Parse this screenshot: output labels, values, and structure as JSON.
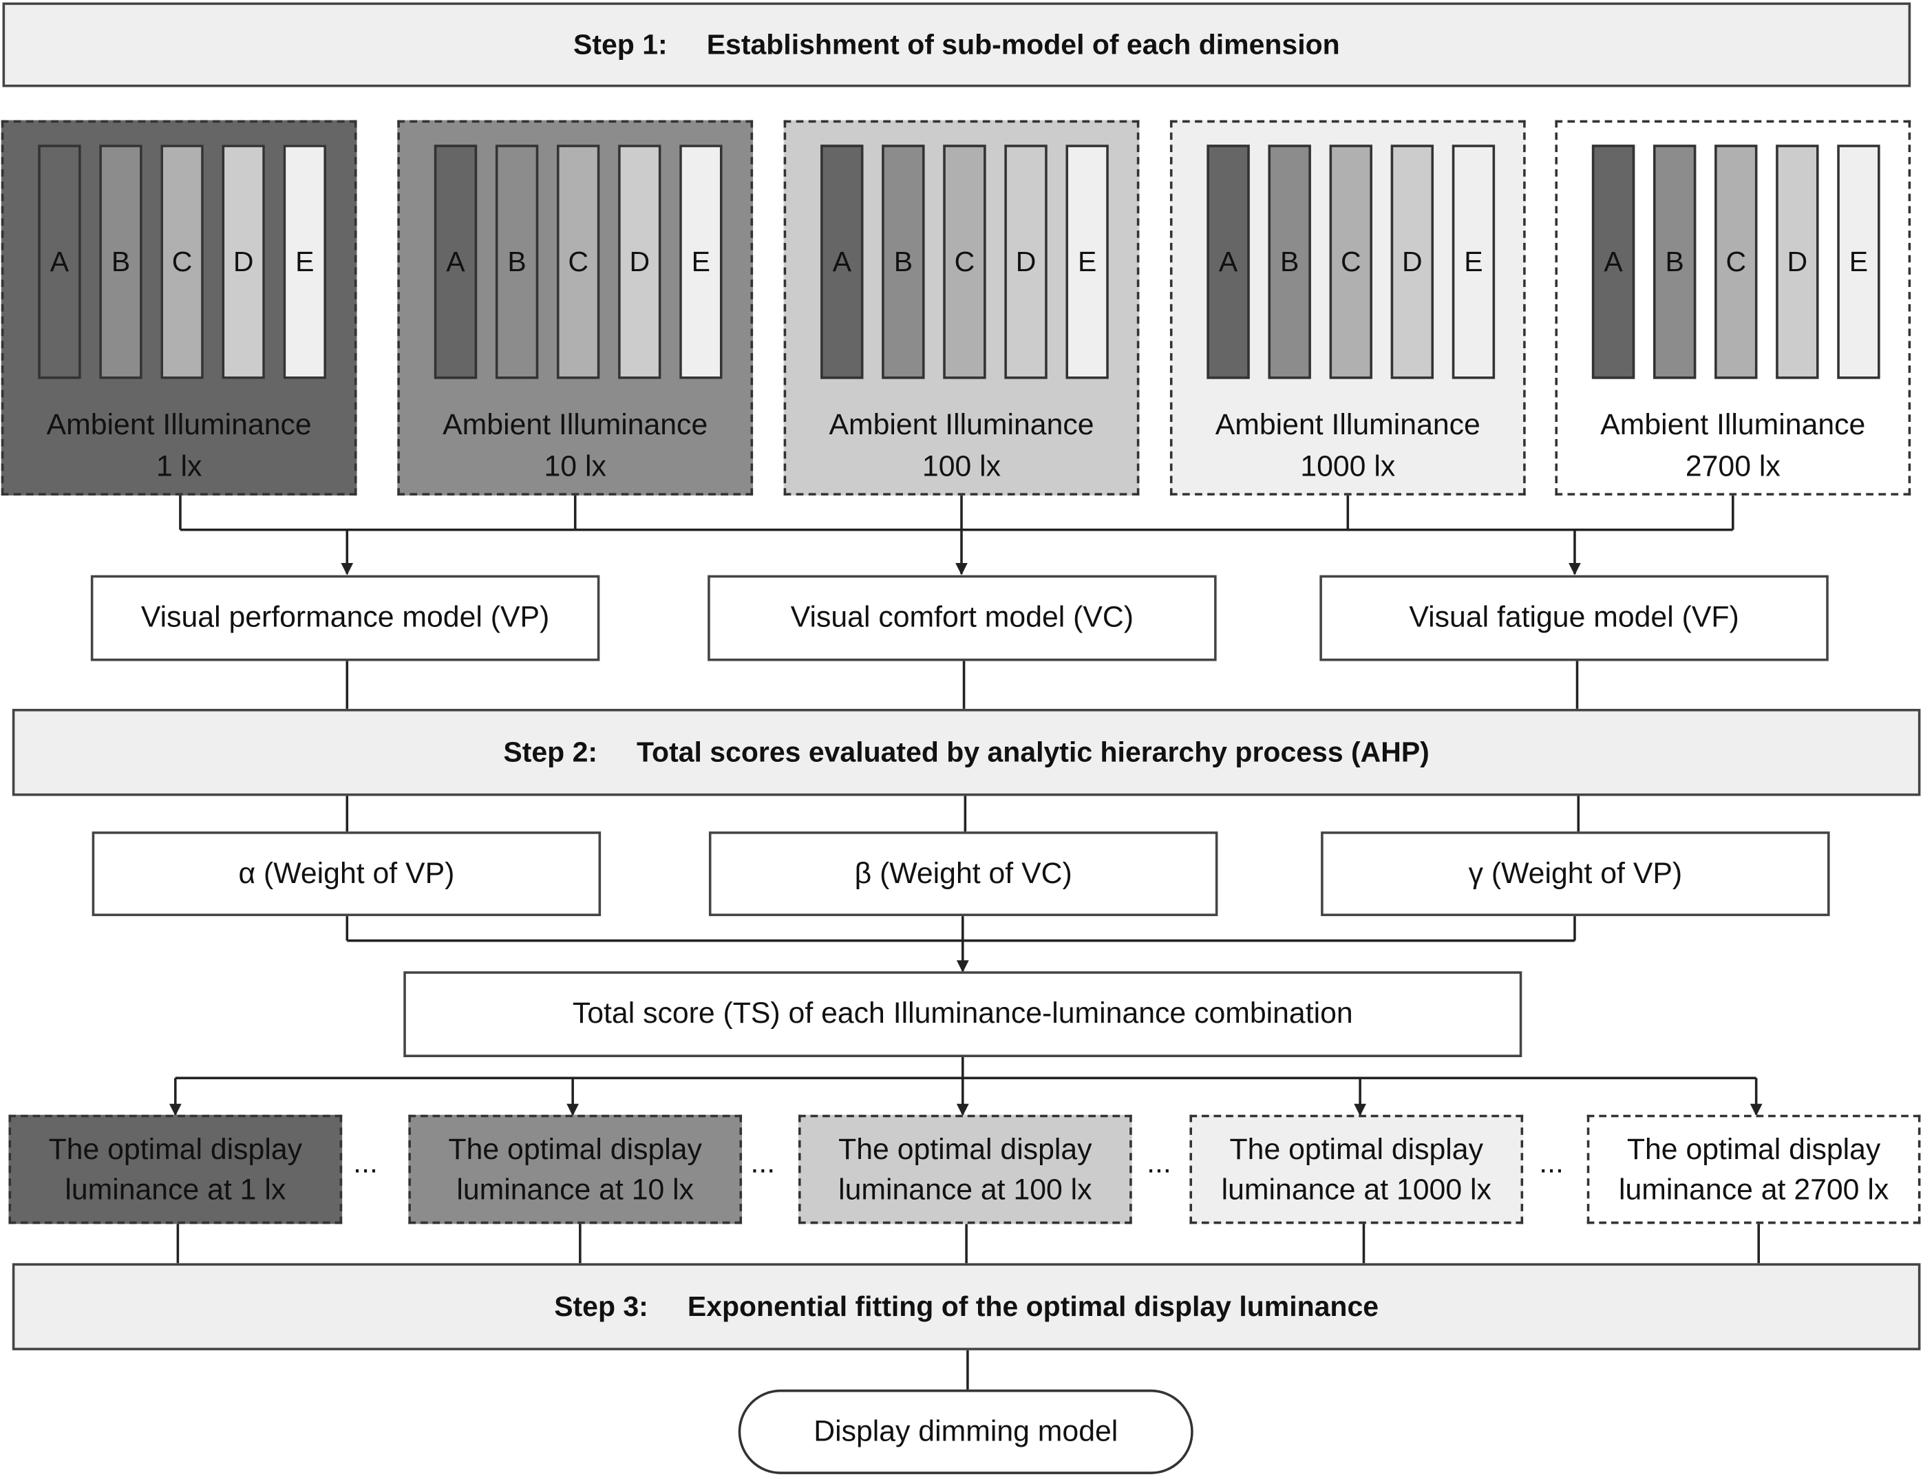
{
  "step1": {
    "num": "Step 1:",
    "text": "Establishment of sub-model of each dimension"
  },
  "step2": {
    "num": "Step 2:",
    "text": "Total scores evaluated by analytic hierarchy process (AHP)"
  },
  "step3": {
    "num": "Step 3:",
    "text": "Exponential fitting of the optimal display luminance"
  },
  "bar_letters": [
    "A",
    "B",
    "C",
    "D",
    "E"
  ],
  "illuminance_label": "Ambient Illuminance",
  "illuminance_levels": [
    "1 lx",
    "10 lx",
    "100 lx",
    "1000 lx",
    "2700 lx"
  ],
  "models": {
    "vp": "Visual performance model (VP)",
    "vc": "Visual comfort model (VC)",
    "vf": "Visual fatigue model (VF)"
  },
  "weights": {
    "alpha": "α (Weight of VP)",
    "beta": "β (Weight of VC)",
    "gamma": "γ (Weight of VP)"
  },
  "total_score": "Total score (TS) of each Illuminance-luminance combination",
  "optimal": {
    "line1": "The optimal display",
    "line2": [
      "luminance at 1 lx",
      "luminance at 10 lx",
      "luminance at 100 lx",
      "luminance at 1000 lx",
      "luminance at 2700 lx"
    ]
  },
  "ellipsis": "...",
  "final_model": "Display dimming model",
  "colors": {
    "panel_fills": [
      "#666666",
      "#8c8c8c",
      "#cccccc",
      "#efefef",
      "#ffffff"
    ],
    "bar_fills": [
      "#666666",
      "#8c8c8c",
      "#b0b0b0",
      "#cccccc",
      "#efefef"
    ],
    "step_fill": "#efefef",
    "line": "#222222"
  }
}
